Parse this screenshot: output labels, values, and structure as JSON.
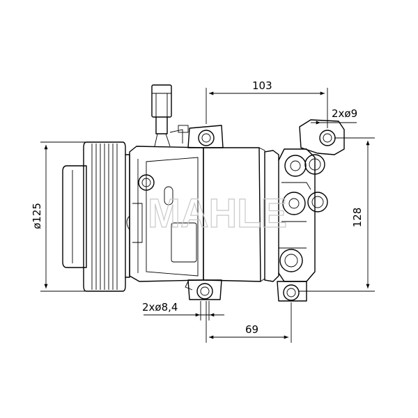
{
  "brand_watermark": "MAHLE",
  "dimensions": {
    "top_width": "103",
    "top_holes": "2xø9",
    "height": "128",
    "pulley_diameter": "ø125",
    "bottom_holes": "2xø8,4",
    "bottom_width": "69"
  },
  "colors": {
    "line": "#000000",
    "background": "#ffffff",
    "watermark": "#c8c8c8"
  }
}
